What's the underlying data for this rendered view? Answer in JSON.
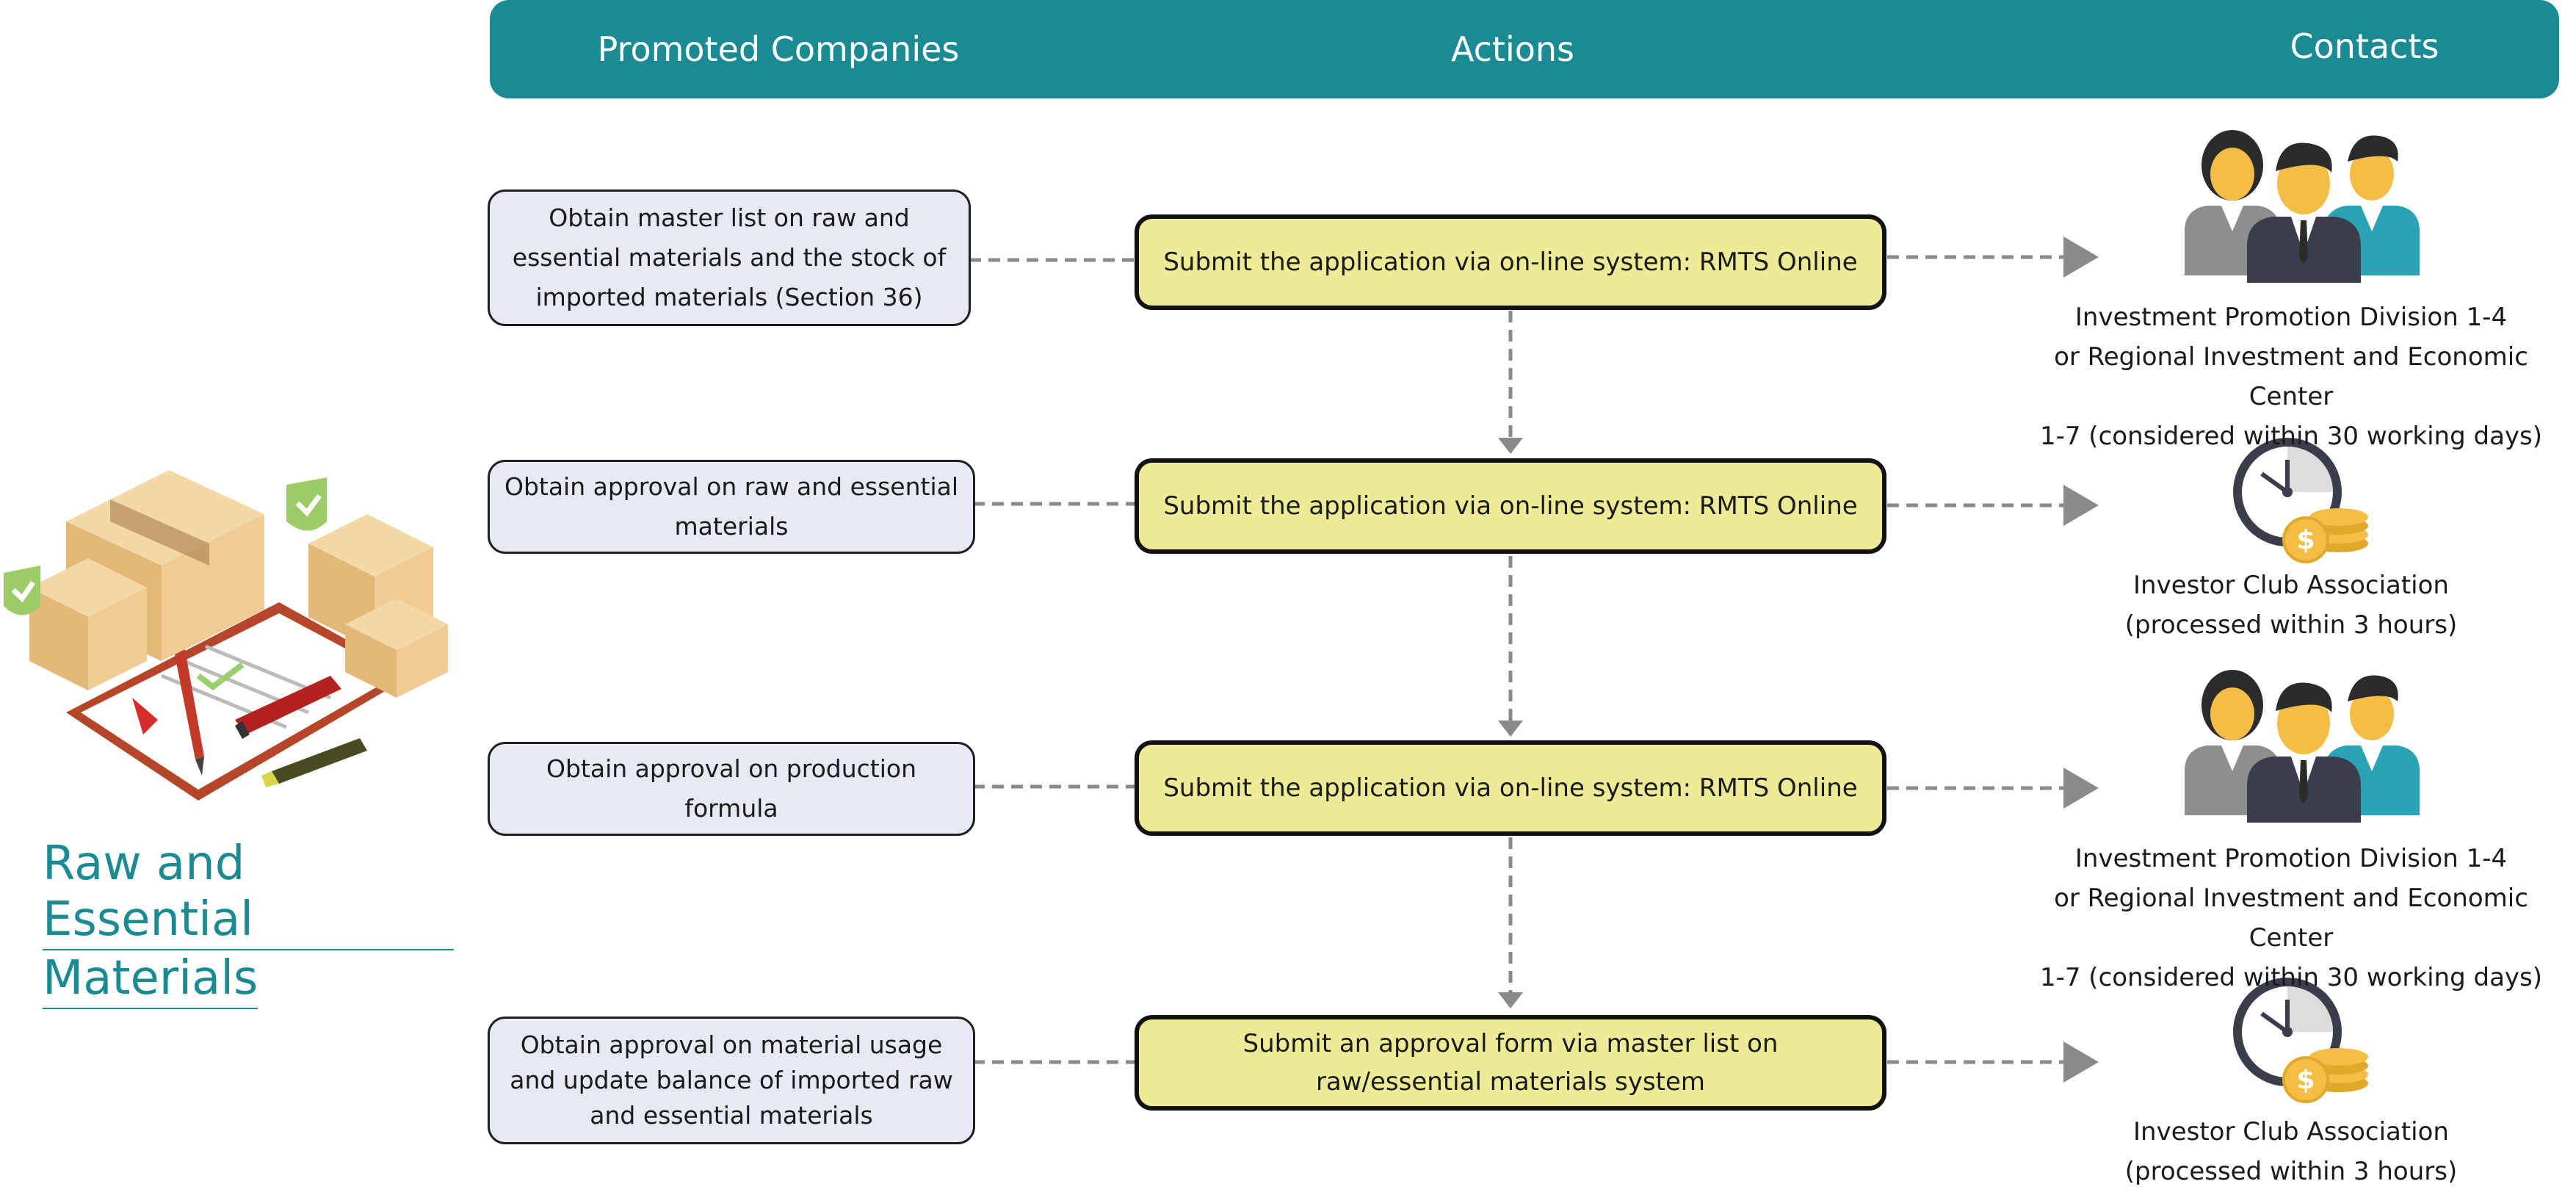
{
  "header": {
    "col1": "Promoted Companies",
    "col2": "Actions",
    "col3": "Contacts"
  },
  "title": {
    "line1": "Raw and Essential",
    "line2": "Materials"
  },
  "rows": [
    {
      "company": "Obtain master list on raw and essential materials and the stock of imported materials (Section 36)",
      "action": "Submit the application via on-line system: RMTS Online",
      "contact_icon": "people-icon",
      "contact": "Investment Promotion Division 1-4\nor Regional Investment and Economic Center\n1-7 (considered within 30 working days)"
    },
    {
      "company": "Obtain approval on raw and essential materials",
      "action": "Submit the application via on-line system: RMTS Online",
      "contact_icon": "clock-coins-icon",
      "contact": "Investor Club Association\n(processed within 3 hours)"
    },
    {
      "company": "Obtain approval on production formula",
      "action": "Submit the application via on-line system: RMTS Online",
      "contact_icon": "people-icon",
      "contact": "Investment Promotion Division 1-4\nor Regional Investment and Economic Center\n1-7 (considered within 30 working days)"
    },
    {
      "company": "Obtain approval on material usage and update balance of imported raw and essential materials",
      "action": "Submit an approval form via master list on raw/essential materials system",
      "contact_icon": "clock-coins-icon",
      "contact": "Investor Club Association\n(processed within 3 hours)"
    }
  ],
  "colors": {
    "teal": "#1a8b92",
    "company_box": "#e6eaf5",
    "action_box": "#eeeb97",
    "connector": "#8a8a8a"
  }
}
